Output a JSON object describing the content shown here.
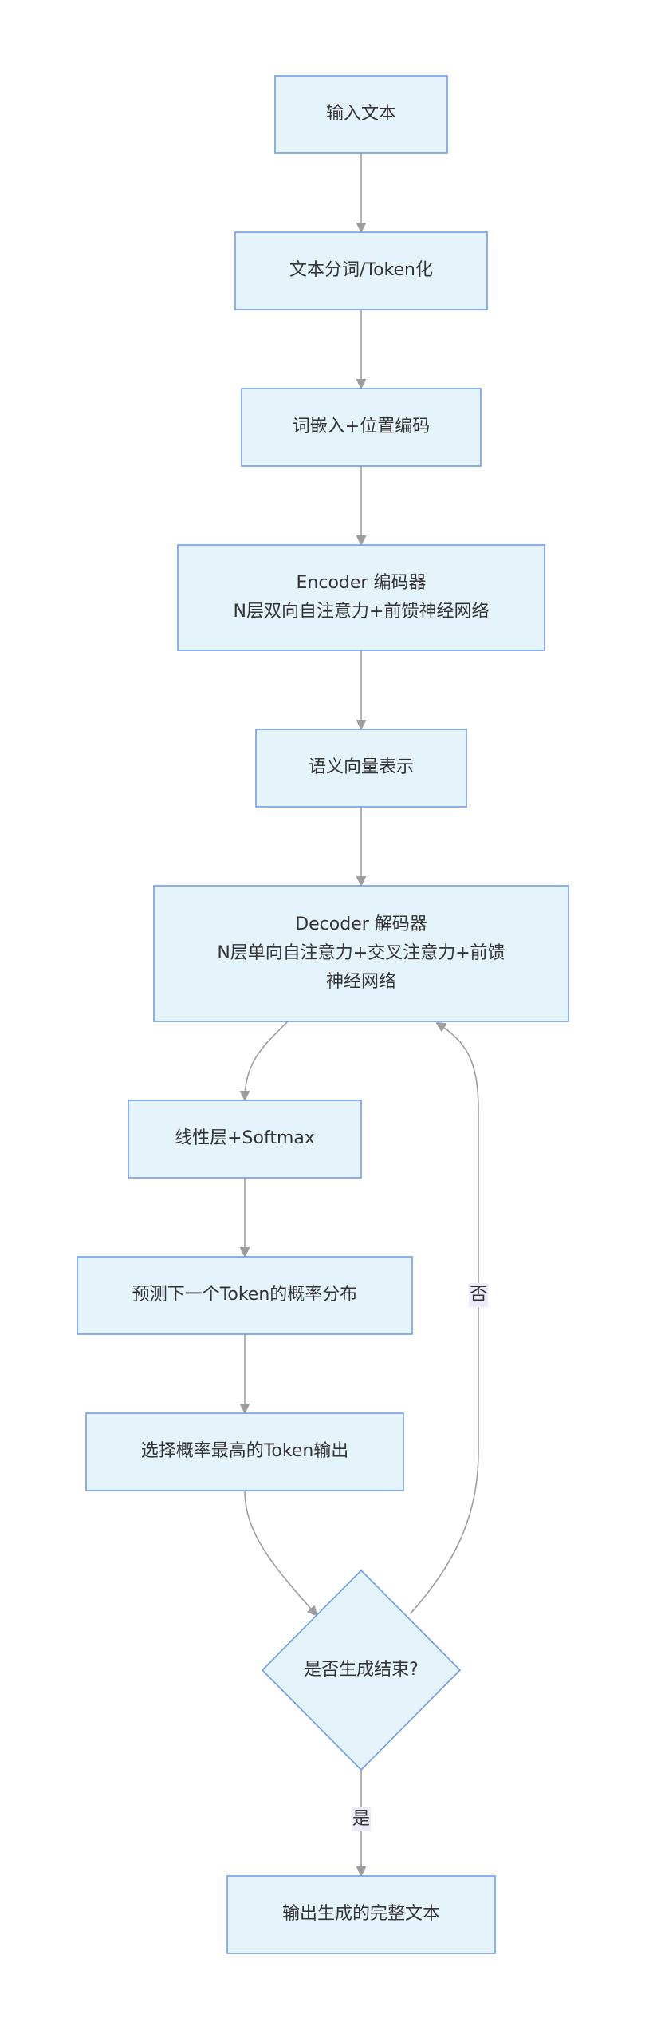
{
  "colors": {
    "node_fill": "#e5f3fb",
    "node_stroke": "#6f9cea",
    "edge": "#9e9e9e",
    "edge_label_bg": "#ecebf9",
    "text": "#333333"
  },
  "nodes": {
    "input_text": {
      "lines": [
        "输入文本"
      ]
    },
    "tokenize": {
      "lines": [
        "文本分词/Token化"
      ]
    },
    "embedding": {
      "lines": [
        "词嵌入+位置编码"
      ]
    },
    "encoder": {
      "lines": [
        "Encoder 编码器",
        "N层双向自注意力+前馈神经网络"
      ]
    },
    "semantic_vector": {
      "lines": [
        "语义向量表示"
      ]
    },
    "decoder": {
      "lines": [
        "Decoder 解码器",
        "N层单向自注意力+交叉注意力+前馈",
        "神经网络"
      ]
    },
    "linear_softmax": {
      "lines": [
        "线性层+Softmax"
      ]
    },
    "predict_dist": {
      "lines": [
        "预测下一个Token的概率分布"
      ]
    },
    "select_token": {
      "lines": [
        "选择概率最高的Token输出"
      ]
    },
    "is_finished": {
      "lines": [
        "是否生成结束?"
      ]
    },
    "output_text": {
      "lines": [
        "输出生成的完整文本"
      ]
    }
  },
  "edges": {
    "no_label": "否",
    "yes_label": "是"
  }
}
